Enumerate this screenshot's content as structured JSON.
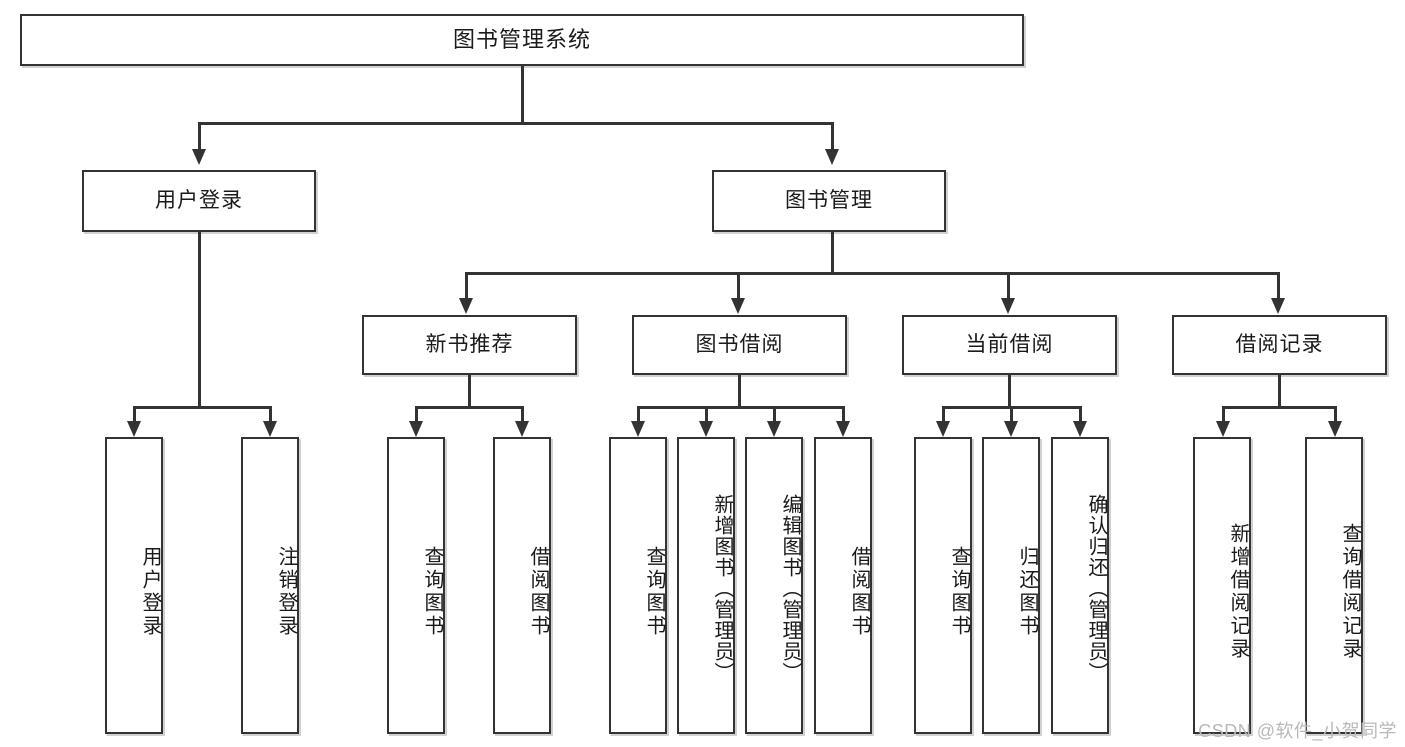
{
  "diagram": {
    "title": "图书管理系统",
    "type": "tree-hierarchy",
    "watermark": "CSDN @软件_小贺同学",
    "colors": {
      "box_border": "#333333",
      "box_fill": "#ffffff",
      "connector": "#333333",
      "text": "#1a1a1a",
      "watermark": "#b9b9b9"
    }
  },
  "root": {
    "label": "图书管理系统"
  },
  "level2": [
    {
      "label": "用户登录"
    },
    {
      "label": "图书管理"
    }
  ],
  "level3": [
    {
      "label": "新书推荐"
    },
    {
      "label": "图书借阅"
    },
    {
      "label": "当前借阅"
    },
    {
      "label": "借阅记录"
    }
  ],
  "leaves": {
    "user_login": [
      {
        "label": "用户登录"
      },
      {
        "label": "注销登录"
      }
    ],
    "new_book_recommend": [
      {
        "label": "查询图书"
      },
      {
        "label": "借阅图书"
      }
    ],
    "book_borrow": [
      {
        "label": "查询图书"
      },
      {
        "label": "新增图书（管理员）"
      },
      {
        "label": "编辑图书（管理员）"
      },
      {
        "label": "借阅图书"
      }
    ],
    "current_borrow": [
      {
        "label": "查询图书"
      },
      {
        "label": "归还图书"
      },
      {
        "label": "确认归还（管理员）"
      }
    ],
    "borrow_record": [
      {
        "label": "新增借阅记录"
      },
      {
        "label": "查询借阅记录"
      }
    ]
  }
}
